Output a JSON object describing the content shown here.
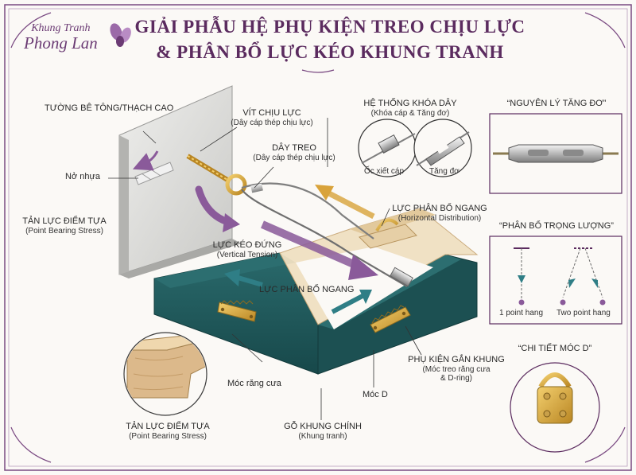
{
  "logo": {
    "line1": "Khung Tranh",
    "line2": "Phong Lan"
  },
  "title": {
    "line1": "GIẢI PHẪU HỆ PHỤ KIỆN TREO CHỊU LỰC",
    "line2": "& PHÂN BỔ LỰC KÉO KHUNG TRANH"
  },
  "labels": {
    "wall": "TƯỜNG BÊ TÔNG/THẠCH CAO",
    "screw": "VÍT CHỊU LỰC",
    "screw_sub": "(Dây cáp thép chịu lực)",
    "wire": "DÂY TREO",
    "wire_sub": "(Dây cáp thép chịu lực)",
    "lock": "HỆ THỐNG KHÓA DÂY",
    "lock_sub": "(Khóa cáp & Tăng đơ)",
    "clamp": "Ốc xiết cáp",
    "turnbuckle": "Tăng đơ",
    "anchor": "Nở nhựa",
    "point_stress_top": "TẢN LỰC ĐIỂM TỰA",
    "point_stress_top_sub": "(Point Bearing Stress)",
    "vertical": "LỰC KÉO ĐỨNG",
    "vertical_sub": "(Vertical Tension)",
    "horiz_right": "LỰC PHÂN BỔ NGANG",
    "horiz_right_sub": "(Horizontal Distribution)",
    "horiz_center": "LỰC PHÂN BỔ NGANG",
    "saw": "Móc răng cưa",
    "point_stress_bottom": "TẢN LỰC ĐIỂM TỰA",
    "point_stress_bottom_sub": "(Point Bearing Stress)",
    "frame": "GỖ KHUNG CHÍNH",
    "frame_sub": "(Khung tranh)",
    "dring": "Móc D",
    "fittings": "PHỤ KIỆN GẮN KHUNG",
    "fittings_sub": "(Móc treo răng cưa",
    "fittings_sub2": "& D-ring)"
  },
  "boxes": {
    "turnbuckle_title": "“NGUYÊN LÝ TĂNG ĐƠ”",
    "weight_title": "“PHÂN BỔ TRỌNG LƯỢNG”",
    "one_point": "1 point hang",
    "two_point": "Two point hang",
    "dring_title": "“CHI TIẾT MÓC D”"
  },
  "colors": {
    "accent": "#5b2b5f",
    "frame_teal": "#1f5a5c",
    "arrow_purple": "#8a5a9a",
    "arrow_teal": "#2f7e86",
    "brass": "#d9a33a"
  }
}
